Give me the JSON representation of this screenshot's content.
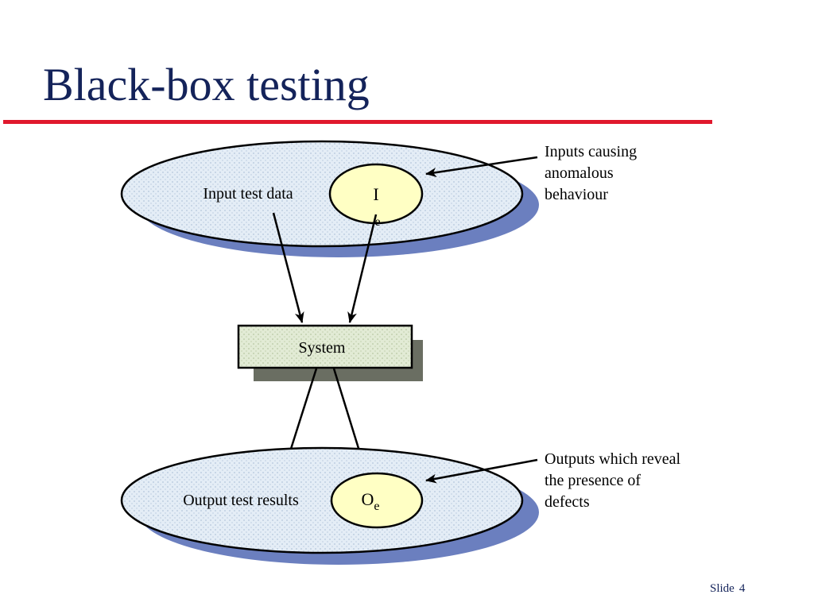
{
  "slide": {
    "title": "Black-box testing",
    "footer_label": "Slide",
    "footer_number": "4"
  },
  "diagram": {
    "input_set_label": "Input test data",
    "input_subset_label": "I",
    "input_subset_subscript": "e",
    "system_label": "System",
    "output_set_label": "Output test results",
    "output_subset_label": "O",
    "output_subset_subscript": "e",
    "input_annotation": [
      "Inputs causing",
      "anomalous",
      "behaviour"
    ],
    "output_annotation": [
      "Outputs which reveal",
      "the presence of",
      "defects"
    ]
  },
  "colors": {
    "title": "#14235a",
    "rule": "#e0182d",
    "set_fill": "#dfeaf5",
    "set_shadow": "#6b7fbf",
    "subset_fill": "#ffffc4",
    "system_fill": "#dde8cf",
    "system_shadow": "#6a6e62"
  }
}
